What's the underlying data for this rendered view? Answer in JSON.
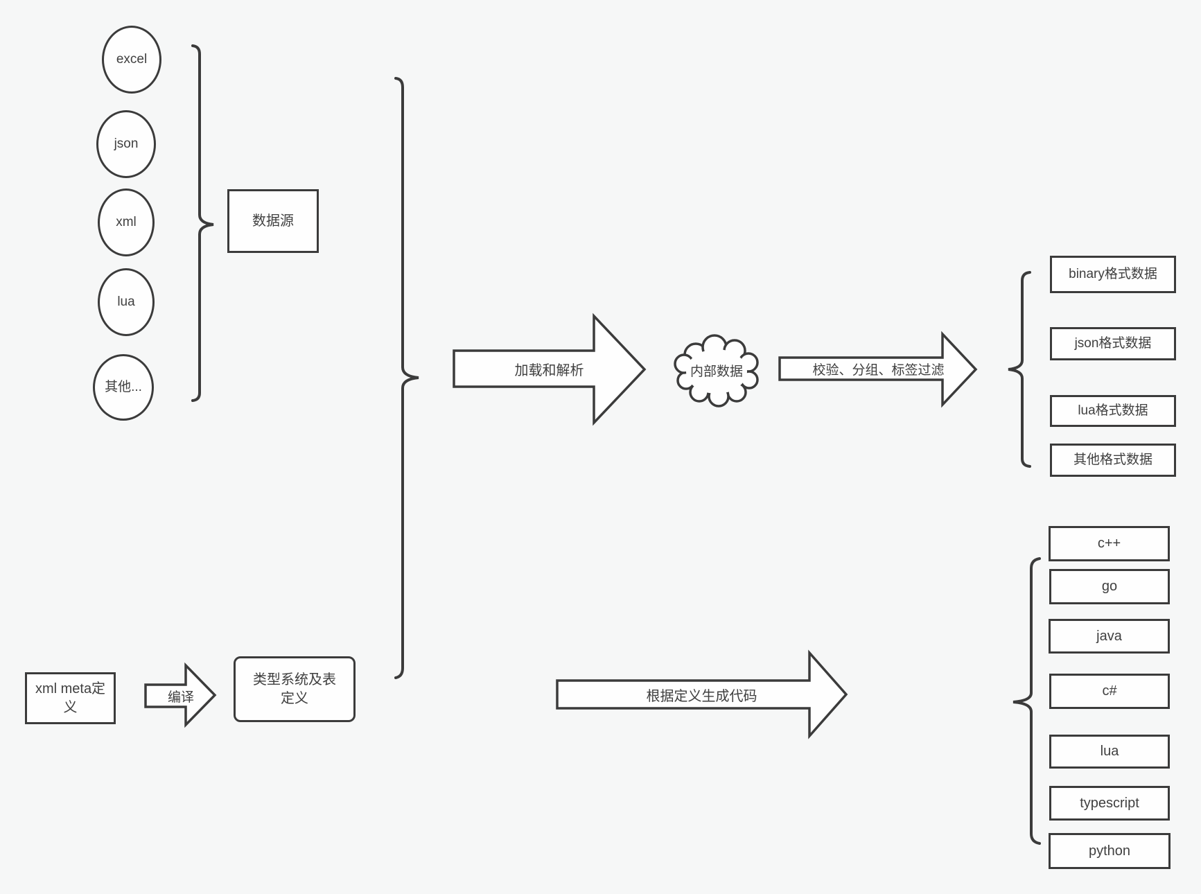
{
  "diagram": {
    "sources": {
      "items": [
        "excel",
        "json",
        "xml",
        "lua",
        "其他..."
      ],
      "group_box": "数据源"
    },
    "definitions": {
      "xml_meta_box": "xml meta定义",
      "compile_arrow_label": "编译",
      "type_system_box": "类型系统及表定义"
    },
    "flow": {
      "load_parse_arrow_label": "加载和解析",
      "internal_data_cloud_label": "内部数据",
      "filter_arrow_label": "校验、分组、标签过滤",
      "codegen_arrow_label": "根据定义生成代码"
    },
    "data_format_outputs": [
      "binary格式数据",
      "json格式数据",
      "lua格式数据",
      "其他格式数据"
    ],
    "language_outputs": [
      "c++",
      "go",
      "java",
      "c#",
      "lua",
      "typescript",
      "python"
    ],
    "colors": {
      "background": "#f6f7f7",
      "shape_fill": "#fefefe",
      "stroke": "#3b3b3b",
      "text": "#3f3f3f"
    }
  }
}
